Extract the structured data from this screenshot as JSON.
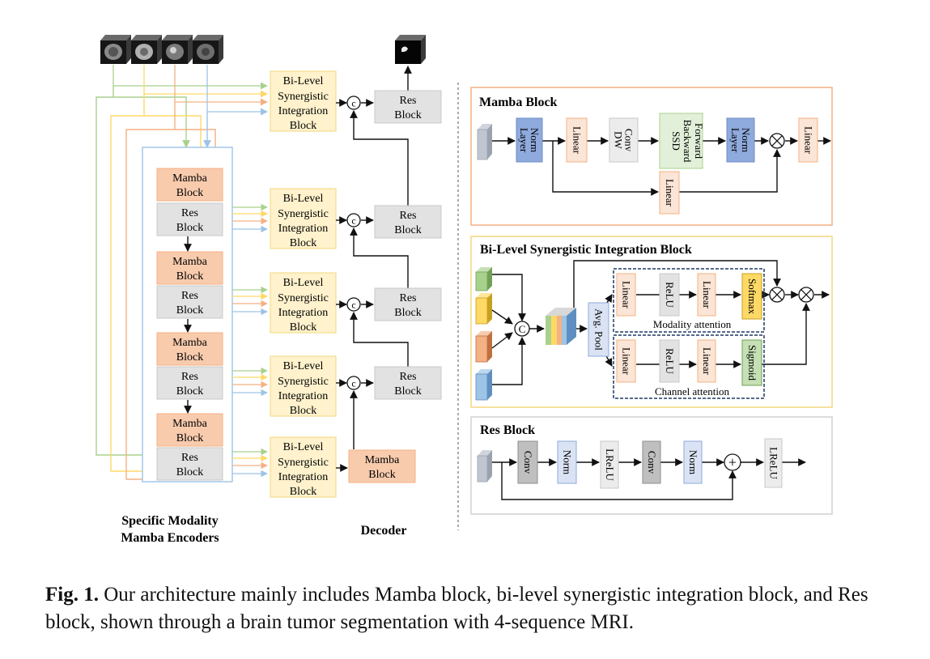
{
  "colors": {
    "mamba_fill": "#f8cbad",
    "mamba_stroke": "#f4b183",
    "res_fill": "#e2e2e2",
    "res_stroke": "#c8c8c8",
    "bsi_fill": "#fff2cc",
    "bsi_stroke": "#f2d77f",
    "green": "#a9d18e",
    "yellow": "#ffd966",
    "orange": "#f4b183",
    "blue": "#9dc3e6",
    "layernorm_fill": "#8faadc",
    "linear_fill": "#fbe5d6",
    "conv_fill": "#bfbfbf",
    "norm_fill": "#dae3f3",
    "ssd_fill": "#e2f0d9",
    "softmax_fill": "#ffd966",
    "sigmoid_fill": "#c5e0b4",
    "avgpool_fill": "#dae3f3"
  },
  "encoder": {
    "mamba_label": [
      "Mamba",
      "Block"
    ],
    "res_label": [
      "Res",
      "Block"
    ],
    "caption": [
      "Specific Modality",
      "Mamba Encoders"
    ]
  },
  "bsi_label": [
    "Bi-Level",
    "Synergistic",
    "Integration",
    "Block"
  ],
  "decoder": {
    "res_label": [
      "Res",
      "Block"
    ],
    "mamba_label": [
      "Mamba",
      "Block"
    ],
    "caption": "Decoder",
    "concat_symbol": "c"
  },
  "mamba_panel": {
    "title": "Mamba Block",
    "layer_norm": "Layer Norm",
    "linear": "Linear",
    "dw_conv": "DW Conv",
    "ssd": [
      "Forward",
      "Backward",
      "SSD"
    ],
    "multiply_symbol": "⊗"
  },
  "bsi_panel": {
    "title": "Bi-Level Synergistic Integration Block",
    "avg_pool": "Avg. Pool",
    "linear": "Linear",
    "relu": "ReLU",
    "softmax": "Softmax",
    "sigmoid": "Sigmoid",
    "modality_attention": "Modality attention",
    "channel_attention": "Channel attention",
    "concat_symbol": "C"
  },
  "res_panel": {
    "title": "Res Block",
    "conv": "Conv",
    "norm": "Norm",
    "lrelu": "LReLU",
    "add_symbol": "+"
  },
  "caption": {
    "label": "Fig. 1.",
    "text": " Our architecture mainly includes Mamba block, bi-level synergistic integration block, and Res block, shown through a brain tumor segmentation with 4-sequence MRI."
  }
}
